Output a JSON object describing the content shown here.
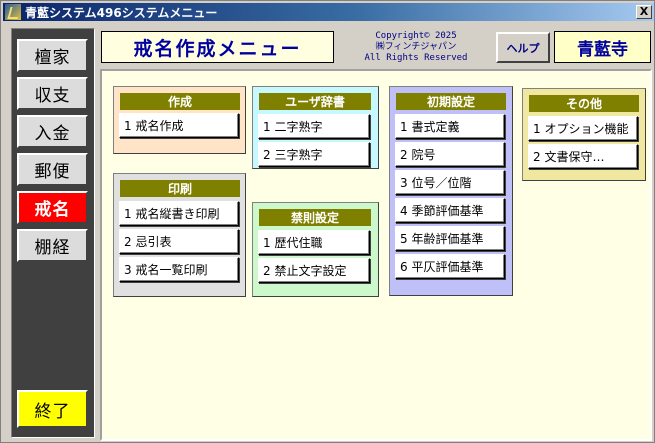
{
  "window": {
    "title": "青藍システム496システムメニュー",
    "close_label": "X"
  },
  "header": {
    "title": "戒名作成メニュー",
    "copyright": [
      "Copyright© 2025",
      "㈱フィンチジャパン",
      "All Rights Reserved"
    ],
    "help_label": "ヘルプ",
    "temple_name": "青藍寺"
  },
  "sidebar": {
    "items": [
      {
        "label": "檀家",
        "active": false
      },
      {
        "label": "収支",
        "active": false
      },
      {
        "label": "入金",
        "active": false
      },
      {
        "label": "郵便",
        "active": false
      },
      {
        "label": "戒名",
        "active": true
      },
      {
        "label": "棚経",
        "active": false
      }
    ],
    "exit_label": "終了"
  },
  "groups": {
    "create": {
      "title": "作成",
      "bg": "#ffe4c8",
      "items": [
        "1 戒名作成"
      ]
    },
    "print": {
      "title": "印刷",
      "bg": "#e0e0e0",
      "items": [
        "1 戒名縦書き印刷",
        "2 忌引表",
        "3 戒名一覧印刷"
      ]
    },
    "dictionary": {
      "title": "ユーザ辞書",
      "bg": "#c8f8ff",
      "items": [
        "1 二字熟字",
        "2 三字熟字"
      ]
    },
    "prohibit": {
      "title": "禁則設定",
      "bg": "#ccf8cc",
      "items": [
        "1 歴代住職",
        "2 禁止文字設定"
      ]
    },
    "initial": {
      "title": "初期設定",
      "bg": "#c0c0f8",
      "items": [
        "1 書式定義",
        "2 院号",
        "3 位号／位階",
        "4 季節評価基準",
        "5 年齢評価基準",
        "6 平仄評価基準"
      ]
    },
    "other": {
      "title": "その他",
      "bg": "#f0e8a0",
      "items": [
        "1 オプション機能",
        "2 文書保守…"
      ]
    }
  },
  "colors": {
    "active_tab": "#ff0000",
    "exit_button": "#ffff00",
    "group_header": "#808000",
    "title_text": "#0000a0",
    "main_bg": "#ffffe6"
  }
}
